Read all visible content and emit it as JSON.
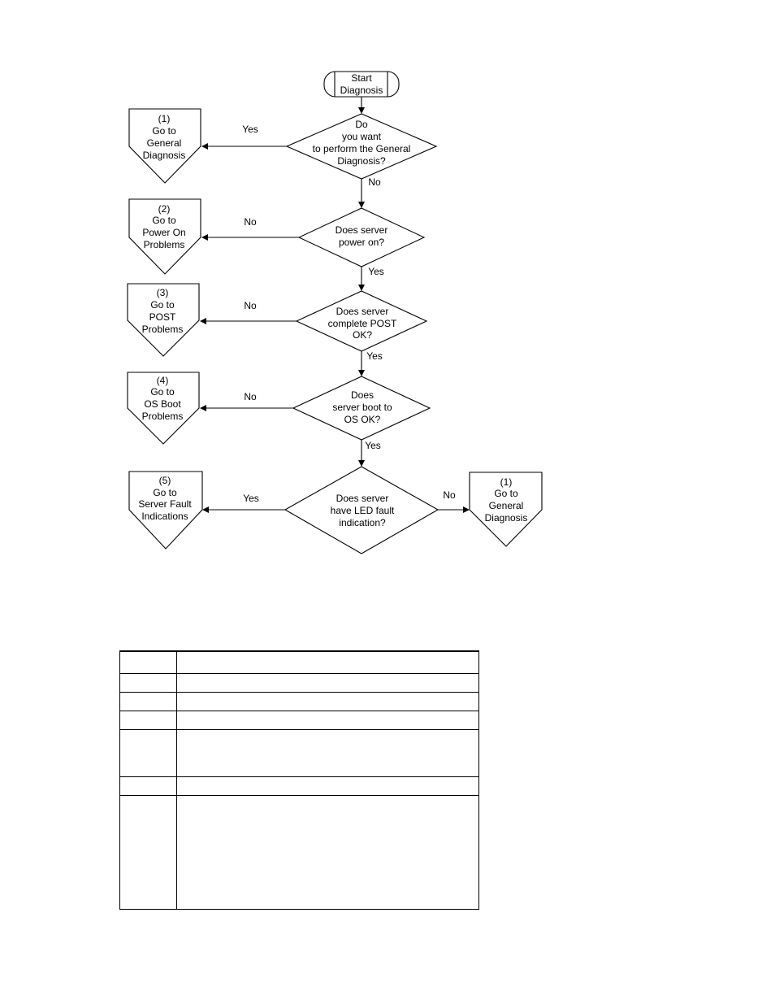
{
  "flowchart": {
    "start": [
      "Start",
      "Diagnosis"
    ],
    "decisions": [
      [
        "Do",
        "you want",
        "to perform the General",
        "Diagnosis?"
      ],
      [
        "Does server",
        "power on?"
      ],
      [
        "Does server",
        "complete POST",
        "OK?"
      ],
      [
        "Does",
        "server boot to",
        "OS OK?"
      ],
      [
        "Does server",
        "have LED fault",
        "indication?"
      ]
    ],
    "offpage_refs": [
      [
        "(1)",
        "Go to",
        "General",
        "Diagnosis"
      ],
      [
        "(2)",
        "Go to",
        "Power On",
        "Problems"
      ],
      [
        "(3)",
        "Go to",
        "POST",
        "Problems"
      ],
      [
        "(4)",
        "Go to",
        "OS Boot",
        "Problems"
      ],
      [
        "(5)",
        "Go to",
        "Server Fault",
        "Indications"
      ],
      [
        "(1)",
        "Go to",
        "General",
        "Diagnosis"
      ]
    ],
    "edge_labels": {
      "yes": "Yes",
      "no": "No"
    }
  },
  "table": {
    "rows": 7
  }
}
